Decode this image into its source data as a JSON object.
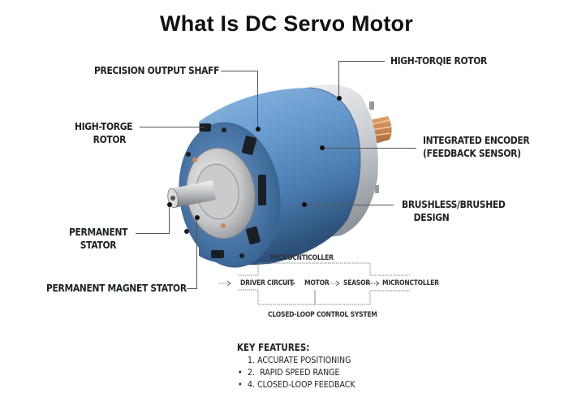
{
  "title": "What Is DC Servo Motor",
  "labels": {
    "precision_output_shaft": "PRECISION OUTPUT SHAFF",
    "high_torque_rotor_top": "HIGH-TORQIE ROTOR",
    "high_torque_rotor_left_line1": "HIGH-TORGE",
    "high_torque_rotor_left_line2": "ROTOR",
    "integrated_encoder_line1": "INTEGRATED ENCODER",
    "integrated_encoder_line2": "(FEEDBACK SENSOR)",
    "brushless_line1": "BRUSHLESS/BRUSHED",
    "brushless_line2": "DESIGN",
    "permanent_stator_line1": "PERMANENT",
    "permanent_stator_line2": "STATOR",
    "permanent_magnet_stator": "PERMANENT MAGNET STATOR"
  },
  "control_diagram": {
    "top_label": "MICROCNTICOLLER",
    "nodes": [
      "DRIVER CIRCUIT",
      "MOTOR",
      "SEASOR",
      "MICRONCTOLLER"
    ],
    "bottom_label": "CLOSED-LOOP CONTROL SYSTEM"
  },
  "key_features": {
    "heading": "KEY FEATURES:",
    "items": [
      {
        "bullet": "",
        "text": "1. ACCURATE POSITIONING"
      },
      {
        "bullet": "•",
        "text": "2.  RAPID SPEED RANGE"
      },
      {
        "bullet": "•",
        "text": "4. CLOSED-LOOP FEEDBACK"
      }
    ]
  },
  "colors": {
    "motor_body": "#5b8fc4",
    "motor_body_dark": "#2f5b8a",
    "end_cap": "#c9ccd0",
    "shaft_gear": "#c98a52",
    "text": "#1e2226",
    "leader_line": "#555555"
  }
}
